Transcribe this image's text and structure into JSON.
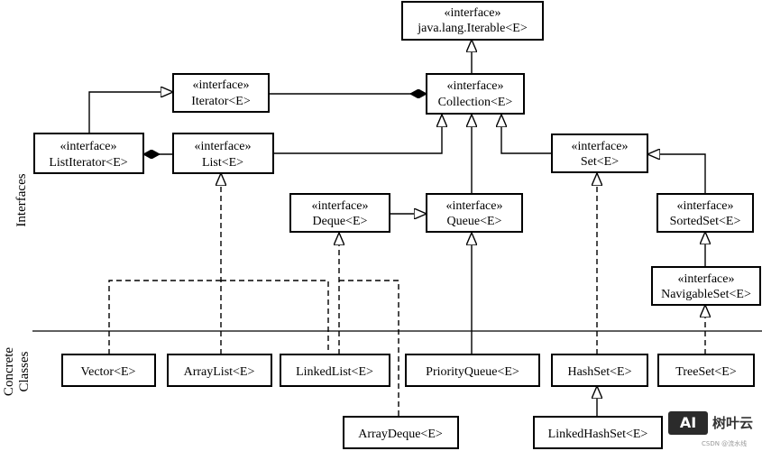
{
  "sections": {
    "interfaces": "Interfaces",
    "concrete_line1": "Concrete",
    "concrete_line2": "Classes"
  },
  "stereotype": "«interface»",
  "nodes": {
    "iterable": {
      "stereotype": "«interface»",
      "name": "java.lang.Iterable<E>"
    },
    "iterator": {
      "stereotype": "«interface»",
      "name": "Iterator<E>"
    },
    "collection": {
      "stereotype": "«interface»",
      "name": "Collection<E>"
    },
    "listiterator": {
      "stereotype": "«interface»",
      "name": "ListIterator<E>"
    },
    "list": {
      "stereotype": "«interface»",
      "name": "List<E>"
    },
    "set": {
      "stereotype": "«interface»",
      "name": "Set<E>"
    },
    "deque": {
      "stereotype": "«interface»",
      "name": "Deque<E>"
    },
    "queue": {
      "stereotype": "«interface»",
      "name": "Queue<E>"
    },
    "sortedset": {
      "stereotype": "«interface»",
      "name": "SortedSet<E>"
    },
    "navigableset": {
      "stereotype": "«interface»",
      "name": "NavigableSet<E>"
    },
    "vector": {
      "name": "Vector<E>"
    },
    "arraylist": {
      "name": "ArrayList<E>"
    },
    "linkedlist": {
      "name": "LinkedList<E>"
    },
    "priorityqueue": {
      "name": "PriorityQueue<E>"
    },
    "hashset": {
      "name": "HashSet<E>"
    },
    "treeset": {
      "name": "TreeSet<E>"
    },
    "arraydeque": {
      "name": "ArrayDeque<E>"
    },
    "linkedhashset": {
      "name": "LinkedHashSet<E>"
    }
  },
  "watermark": {
    "logo": "AI",
    "text": "树叶云",
    "small": "CSDN @流水线"
  }
}
